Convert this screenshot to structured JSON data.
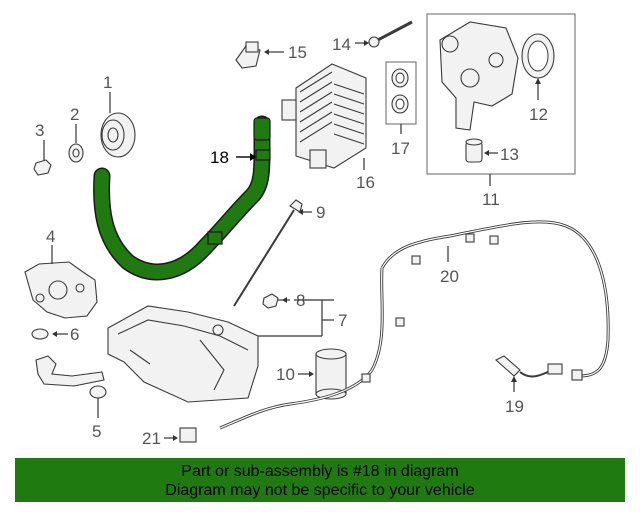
{
  "callouts": {
    "c1": "1",
    "c2": "2",
    "c3": "3",
    "c4": "4",
    "c5": "5",
    "c6": "6",
    "c7": "7",
    "c8": "8",
    "c9": "9",
    "c10": "10",
    "c11": "11",
    "c12": "12",
    "c13": "13",
    "c14": "14",
    "c15": "15",
    "c16": "16",
    "c17": "17",
    "c18": "18",
    "c19": "19",
    "c20": "20",
    "c21": "21"
  },
  "highlight": {
    "part_number": "18",
    "color": "#1f7a10"
  },
  "banner": {
    "line1": "Part or sub-assembly is #18 in diagram",
    "line2": "Diagram may not be specific to your vehicle"
  }
}
